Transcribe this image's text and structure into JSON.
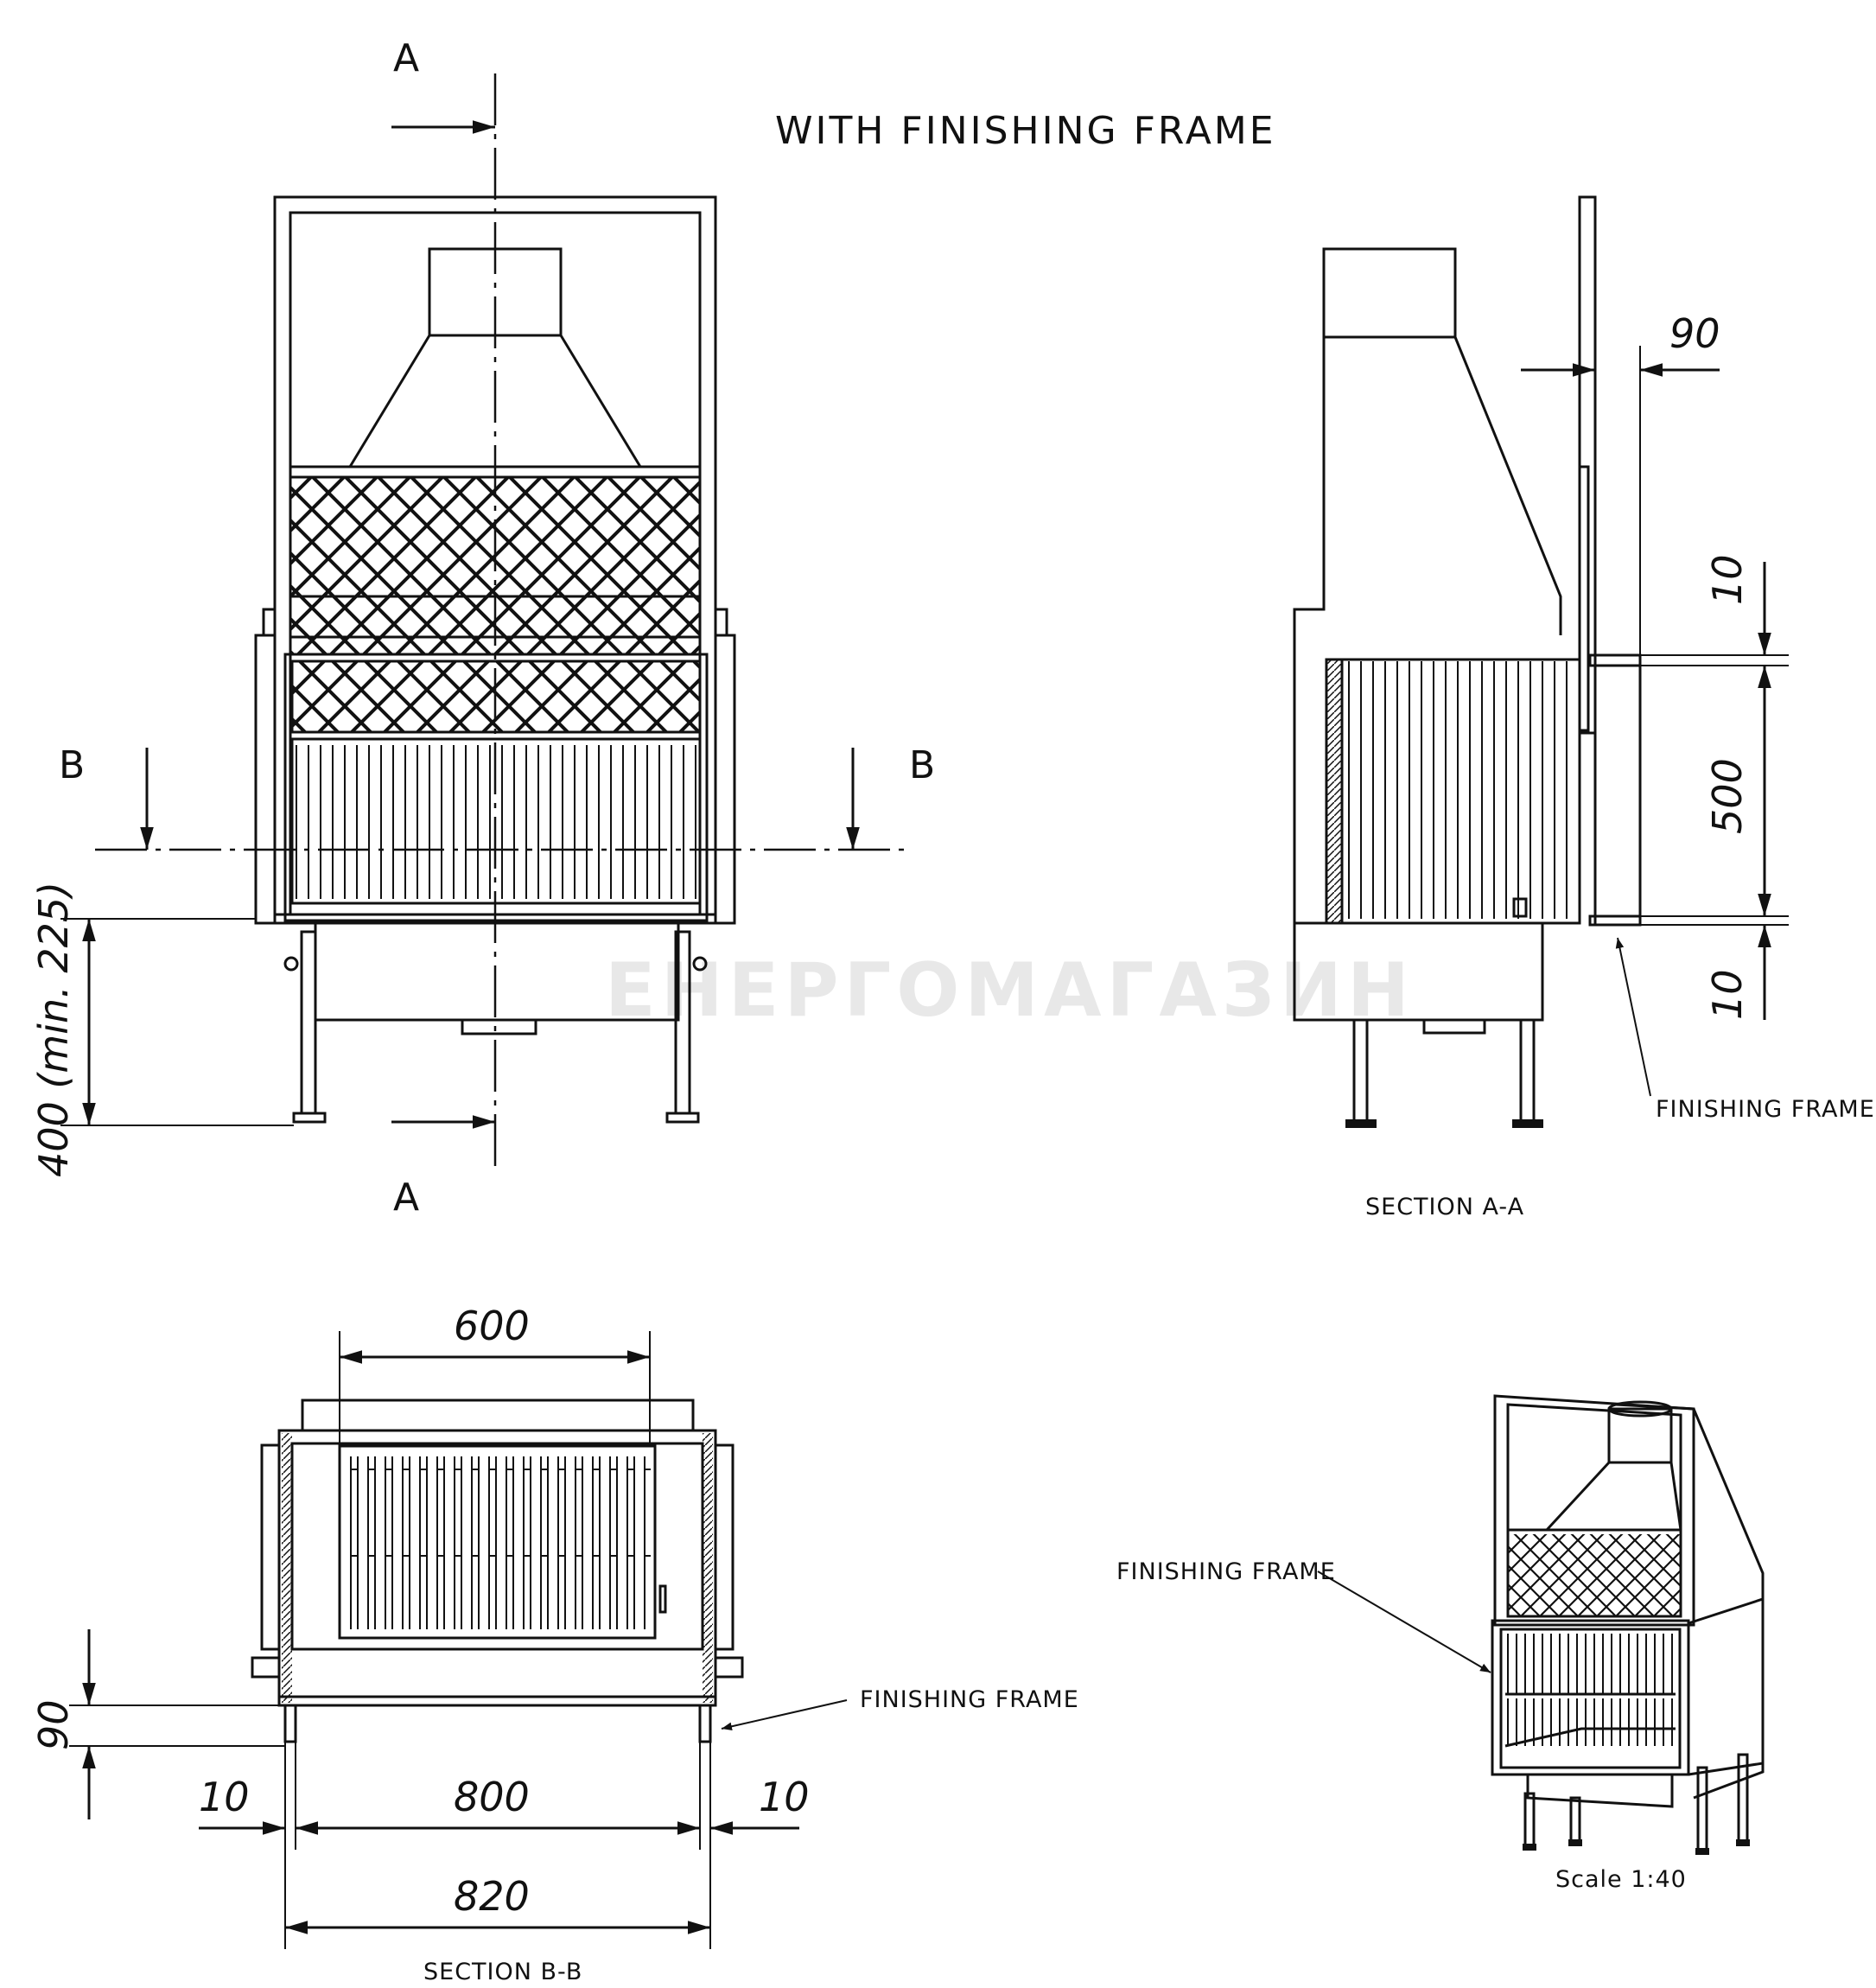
{
  "title": "WITH FINISHING FRAME",
  "section_markers": {
    "a_top": "A",
    "a_bottom": "A",
    "b_left": "B",
    "b_right": "B"
  },
  "front_view": {
    "height_dimension": "400 (min. 225)"
  },
  "section_aa": {
    "caption": "SECTION A-A",
    "dim_depth": "90",
    "dim_top": "10",
    "dim_opening": "500",
    "dim_bottom": "10",
    "frame_label": "FINISHING FRAME"
  },
  "section_bb": {
    "caption": "SECTION B-B",
    "dim_inner": "600",
    "dim_depth": "90",
    "dim_left": "10",
    "dim_opening": "800",
    "dim_right": "10",
    "dim_total": "820",
    "frame_label": "FINISHING FRAME"
  },
  "isometric": {
    "frame_label": "FINISHING FRAME",
    "scale": "Scale 1:40"
  },
  "watermark": {
    "text": "ЕНЕРГОМАГАЗИН"
  }
}
